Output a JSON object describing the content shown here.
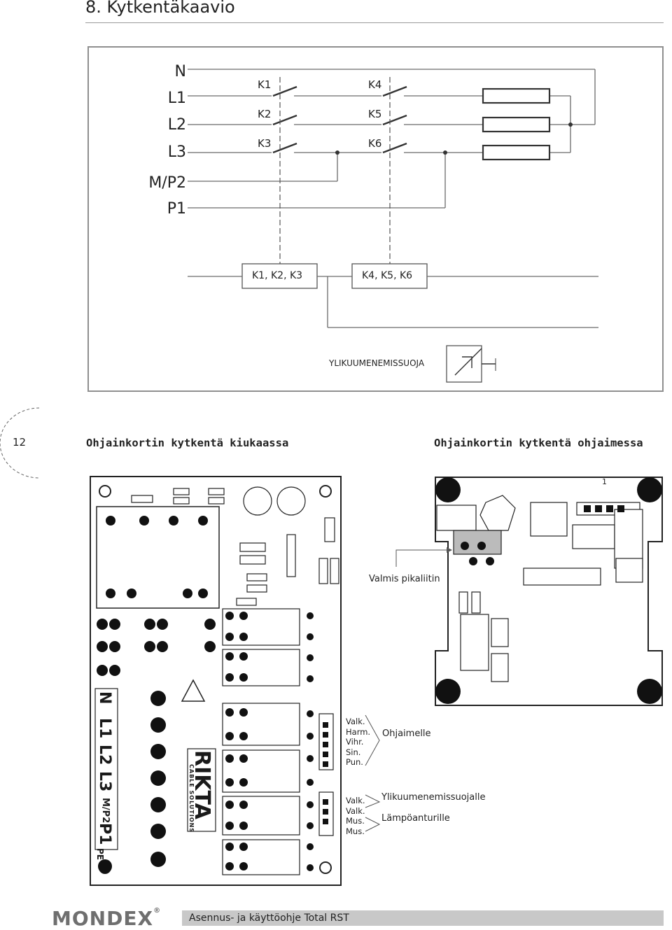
{
  "header": {
    "title": "8. Kytkentäkaavio"
  },
  "wiring": {
    "lines": [
      "N",
      "L1",
      "L2",
      "L3",
      "M/P2",
      "P1"
    ],
    "contacts_left": [
      "K1",
      "K2",
      "K3"
    ],
    "contacts_right": [
      "K4",
      "K5",
      "K6"
    ],
    "relay_box_left": "K1, K2, K3",
    "relay_box_right": "K4, K5, K6",
    "overheat_label": "YLIKUUMENEMISSUOJA"
  },
  "page_number": "12",
  "sections": {
    "left_title": "Ohjainkortin kytkentä kiukaassa",
    "right_title": "Ohjainkortin kytkentä ohjaimessa"
  },
  "annotations": {
    "quick_connector": "Valmis pikaliitin",
    "wires_controller": [
      "Valk.",
      "Harm.",
      "Vihr.",
      "Sin.",
      "Pun."
    ],
    "to_controller": "Ohjaimelle",
    "wires_sensor": [
      "Valk.",
      "Valk.",
      "Mus.",
      "Mus."
    ],
    "to_overheat": "Ylikuumenemissuojalle",
    "to_temp_sensor": "Lämpöanturille"
  },
  "board_left": {
    "terminals": [
      "N",
      "L1",
      "L2",
      "L3",
      "M/P2",
      "P1",
      "PE"
    ],
    "brand": "RIKTA",
    "brand_sub": "CABLE SOLUTIONS"
  },
  "footer": {
    "logo": "MONDEX",
    "logo_mark": "®",
    "text": "Asennus- ja käyttöohje Total RST"
  }
}
